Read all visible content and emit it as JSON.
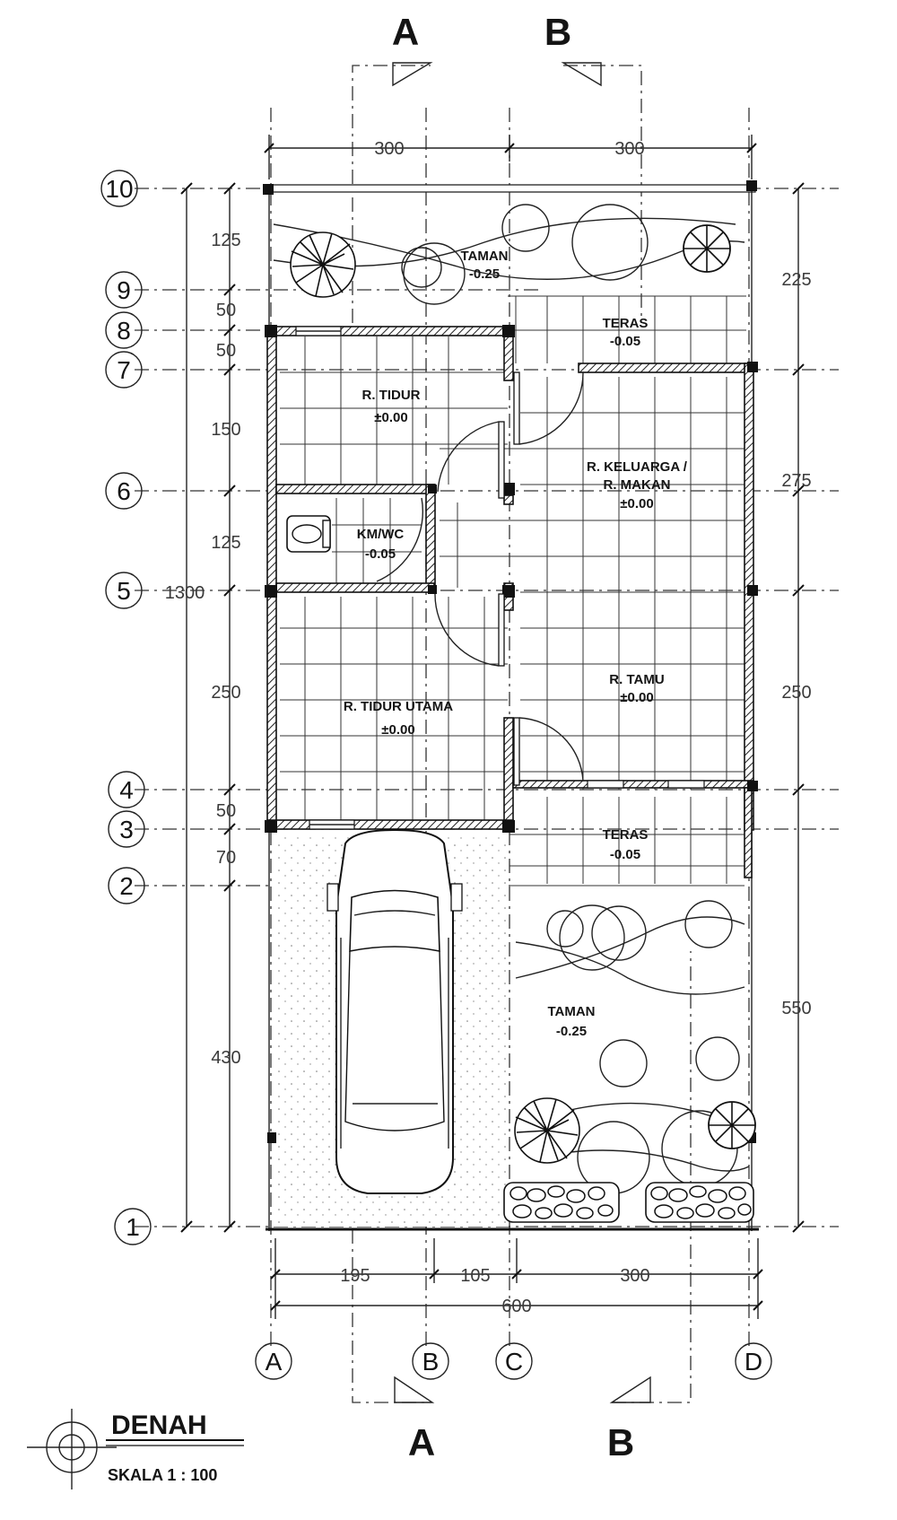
{
  "title": "DENAH",
  "scale": "SKALA 1 : 100",
  "section_marks": {
    "top": [
      "A",
      "B"
    ],
    "bottom": [
      "A",
      "B"
    ]
  },
  "grid_rows": [
    "10",
    "9",
    "8",
    "7",
    "6",
    "5",
    "4",
    "3",
    "2",
    "1"
  ],
  "grid_cols": [
    "A",
    "B",
    "C",
    "D"
  ],
  "dims_top": [
    "300",
    "300"
  ],
  "dims_bottom": [
    "195",
    "105",
    "300"
  ],
  "dim_total_width": "600",
  "dims_left": [
    "125",
    "50",
    "50",
    "150",
    "125",
    "250",
    "50",
    "70",
    "430"
  ],
  "dim_total_height": "1300",
  "dims_right": [
    "225",
    "275",
    "250",
    "550"
  ],
  "rooms": {
    "taman_top": {
      "name": "TAMAN",
      "level": "-0.25"
    },
    "teras_top": {
      "name": "TERAS",
      "level": "-0.05"
    },
    "r_tidur": {
      "name": "R. TIDUR",
      "level": "±0.00"
    },
    "r_keluarga": {
      "name1": "R. KELUARGA /",
      "name2": "R. MAKAN",
      "level": "±0.00"
    },
    "km_wc": {
      "name": "KM/WC",
      "level": "-0.05"
    },
    "r_tamu": {
      "name": "R. TAMU",
      "level": "±0.00"
    },
    "r_tidur_utama": {
      "name": "R. TIDUR UTAMA",
      "level": "±0.00"
    },
    "teras_bottom": {
      "name": "TERAS",
      "level": "-0.05"
    },
    "taman_bottom": {
      "name": "TAMAN",
      "level": "-0.25"
    }
  }
}
